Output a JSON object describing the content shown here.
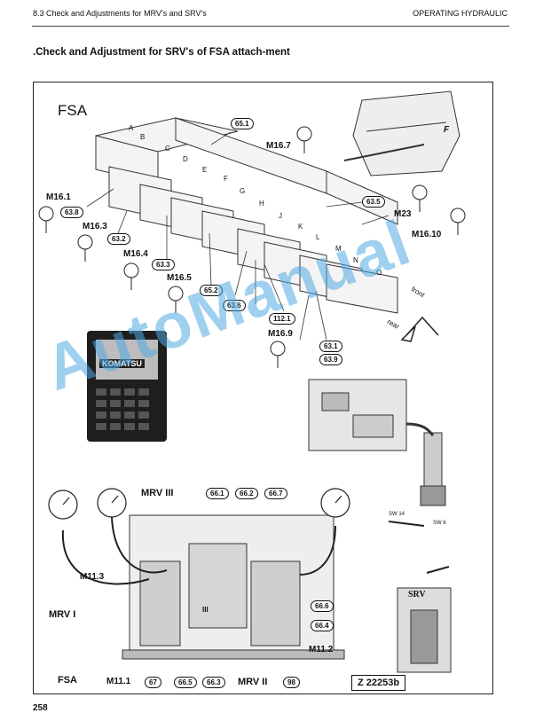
{
  "header": {
    "left": "8.3 Check and Adjustments for MRV's and SRV's",
    "right": "OPERATING HYDRAULIC"
  },
  "title": ".Check and Adjustment for SRV's of FSA attach-ment",
  "figure": {
    "top_label": "FSA",
    "bottom_label": "FSA",
    "block_letters": [
      "A",
      "B",
      "C",
      "D",
      "E",
      "F",
      "G",
      "H",
      "J",
      "K",
      "L",
      "M",
      "N",
      "O"
    ],
    "gauges_top": [
      "M16.1",
      "M16.3",
      "M16.4",
      "M16.5",
      "M16.7",
      "M16.9",
      "M16.10",
      "M23"
    ],
    "pills_top": [
      "65.1",
      "63.8",
      "63.2",
      "63.3",
      "65.2",
      "63.6",
      "112.1",
      "63.5",
      "63.1",
      "63.9"
    ],
    "orientation": {
      "front": "front",
      "rear": "rear"
    },
    "arrow_f": "F",
    "display_brand": "KOMATSU",
    "srv_labels": {
      "srv": "SRV",
      "sw14": "SW 14",
      "sw6": "SW 6"
    },
    "bottom_labels": [
      "MRV III",
      "MRV I",
      "MRV II",
      "M11.1",
      "M11.2",
      "M11.3",
      "III"
    ],
    "pills_bottom": [
      "66.1",
      "66.2",
      "66.7",
      "66.6",
      "66.4",
      "67",
      "66.5",
      "66.3",
      "98"
    ],
    "drawing_no": "Z 22253b"
  },
  "watermark": "AutoManual",
  "page_number": "258"
}
